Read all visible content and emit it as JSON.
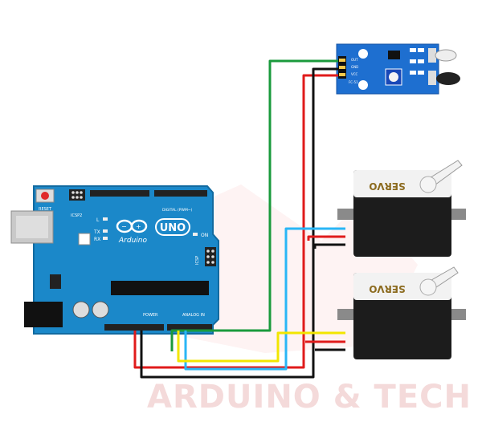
{
  "board": {
    "brand": "Arduino",
    "model": "UNO",
    "reset_label": "RESET",
    "icsp2_label": "ICSP2",
    "icsp_label": "ICSP",
    "digital_label": "DIGITAL (PWM~)",
    "power_label": "POWER",
    "analog_label": "ANALOG IN",
    "led_l": "L",
    "led_tx": "TX",
    "led_rx": "RX",
    "led_on": "ON",
    "color": "#1b88c9"
  },
  "sensor": {
    "pins": [
      "OUT",
      "GND",
      "VCC"
    ],
    "label": "FC-51",
    "color": "#1e6fd0"
  },
  "servos": [
    {
      "label": "SERVO"
    },
    {
      "label": "SERVO"
    }
  ],
  "watermark": {
    "text": "ARDUINO & TECH",
    "color": "#f5c6c6"
  },
  "wires": {
    "green": "#1a9a3c",
    "red": "#e01b1b",
    "black": "#111111",
    "cyan": "#29b6f6",
    "yellow": "#f2e600"
  }
}
